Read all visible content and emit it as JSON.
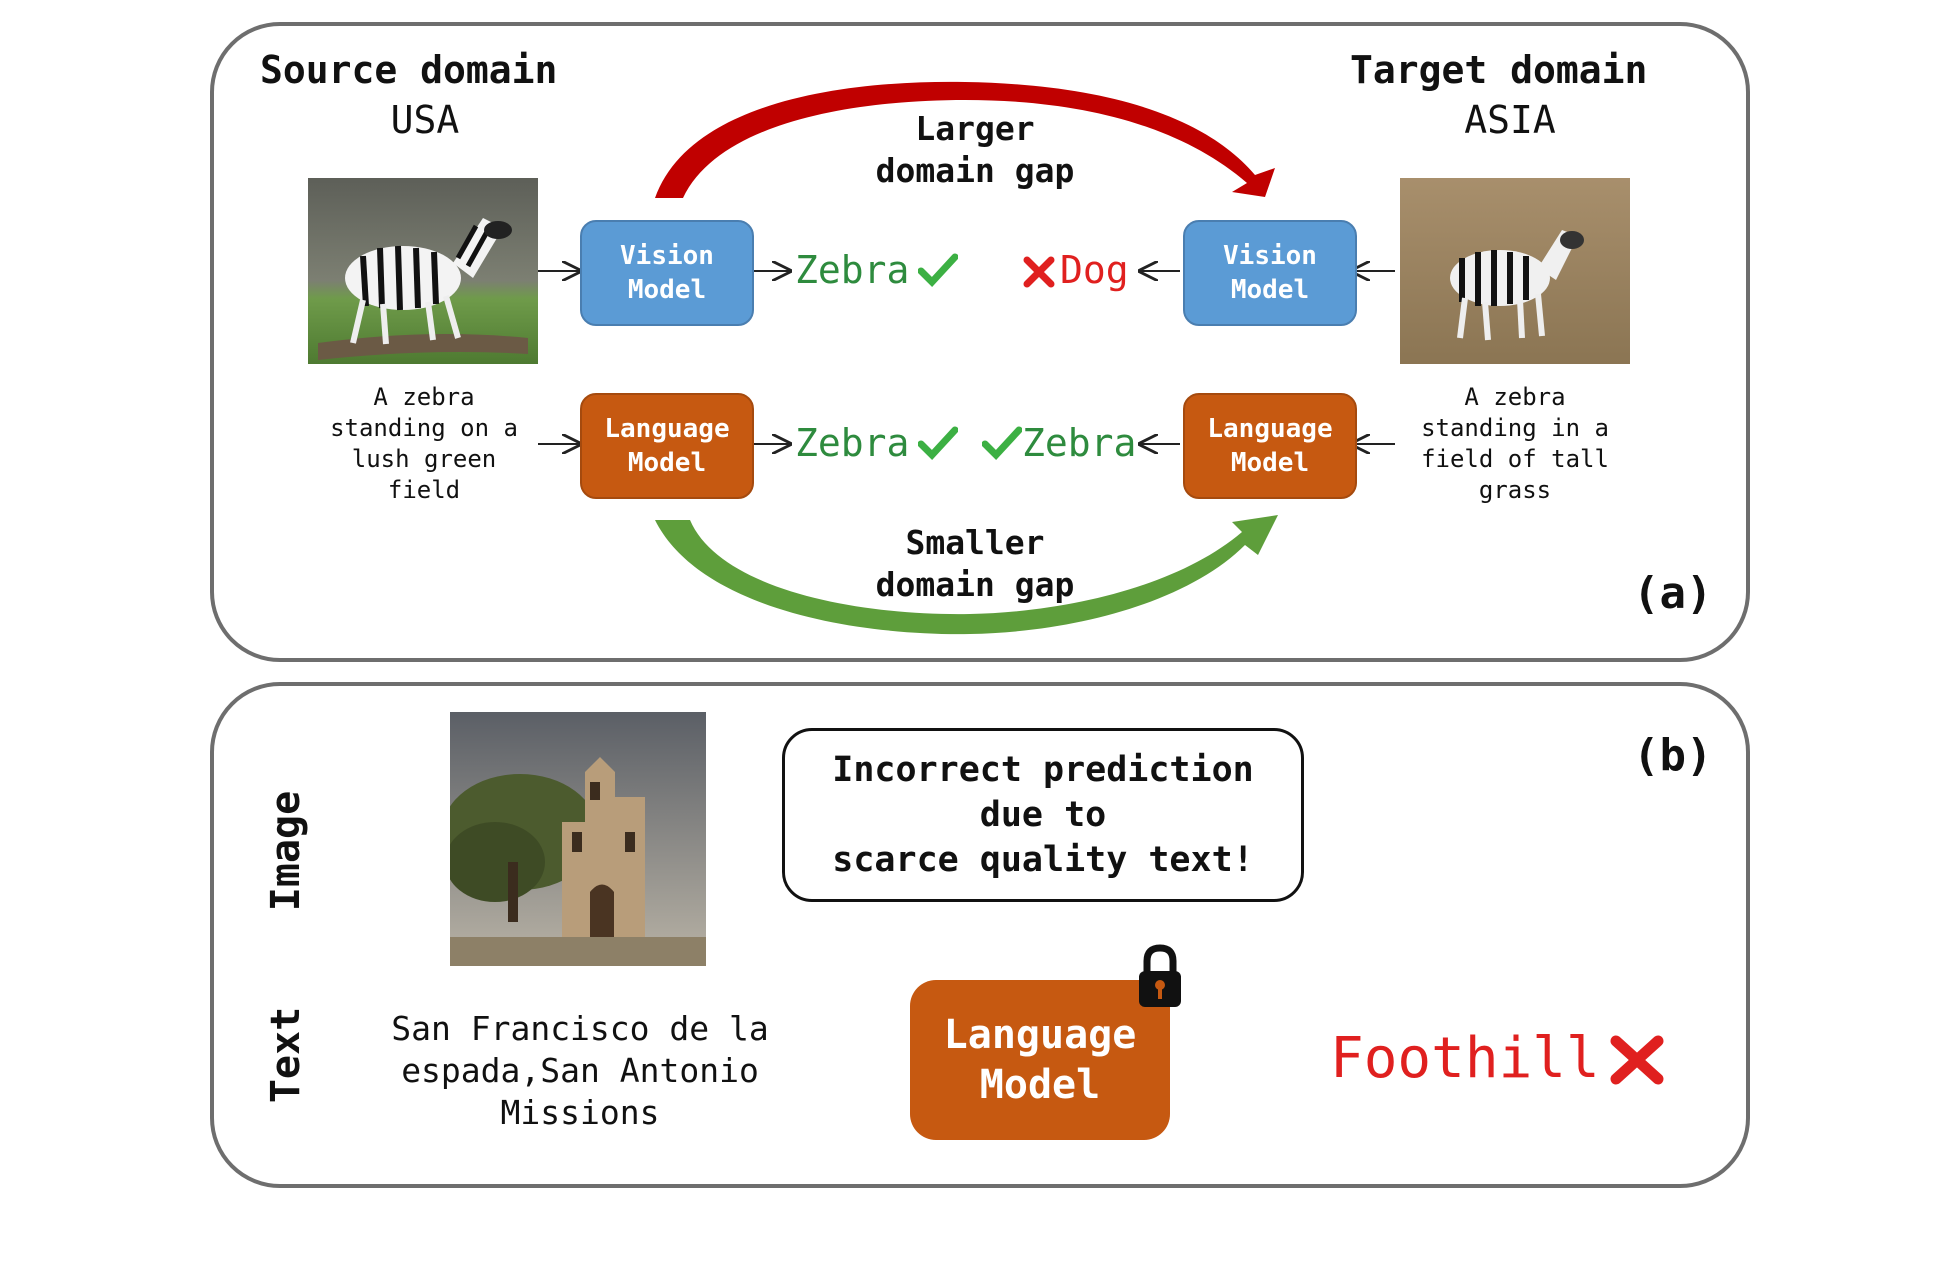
{
  "panel_a": {
    "label": "(a)",
    "source": {
      "title": "Source domain",
      "region": "USA",
      "caption": "A zebra\nstanding on a\nlush green\nfield"
    },
    "target": {
      "title": "Target domain",
      "region": "ASIA",
      "caption": "A zebra\nstanding in a\nfield of tall\ngrass"
    },
    "larger_gap": "Larger\ndomain gap",
    "smaller_gap": "Smaller\ndomain gap",
    "vision_model": "Vision\nModel",
    "language_model": "Language\nModel",
    "pred_src_vision": "Zebra",
    "pred_tgt_vision": "Dog",
    "pred_src_language": "Zebra",
    "pred_tgt_language": "Zebra"
  },
  "panel_b": {
    "label": "(b)",
    "row_image": "Image",
    "row_text": "Text",
    "text_input": "San Francisco de la\nespada,San Antonio\nMissions",
    "language_model": "Language\nModel",
    "message": "Incorrect prediction\ndue to\nscarce quality text!",
    "prediction": "Foothill"
  },
  "colors": {
    "vision_blue": "#5b9bd5",
    "language_orange": "#c65911",
    "correct_green": "#2e8b3e",
    "wrong_red": "#e0201f",
    "gap_red": "#c00000",
    "gap_green": "#6aa84f"
  },
  "icons": [
    "check-icon",
    "cross-icon",
    "lock-icon",
    "arrow-icon"
  ]
}
